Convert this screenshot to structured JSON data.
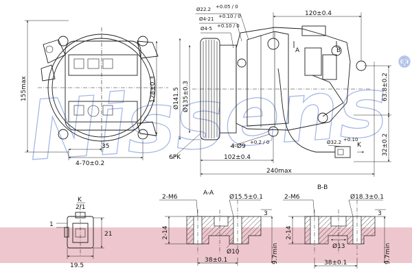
{
  "watermark": {
    "text": "Nissens",
    "reg_mark": "®",
    "color": "#3a64c8"
  },
  "band_color": "#e8b4be",
  "front_view": {
    "height_label": "155max",
    "height_inner_label": "128±0.3",
    "dim_35": "35",
    "holes_label": "4-70±0.2"
  },
  "side_view": {
    "dia_141": "Ø141.5",
    "dia_135": "Ø135±0.3",
    "pk_label": "6PK",
    "holes_9": "4-Ø9",
    "holes_9_tol": "+0.2 / 0",
    "dim_102": "102±0.4",
    "dim_240": "240max",
    "dim_120": "120±0.4",
    "dim_63": "63.8±0.2",
    "dim_32": "32±0.2",
    "dia_22": "Ø22.2",
    "dia_22_tol": "+0.05 / 0",
    "dia_21": "Ø4-21",
    "dia_21_tol": "+0.10 / 0",
    "dia_5": "Ø4-5",
    "dia_5_tol": "+0.10 / 0",
    "dia_32_small": "Ø32.2",
    "dia_32_small_tol": "+0.10",
    "section_a": "A",
    "section_b": "B",
    "k_label": "K"
  },
  "connector_view": {
    "k_label": "K",
    "scale": "2/1",
    "dim_1": "1",
    "dim_21": "21",
    "dim_19": "19.5"
  },
  "section_aa": {
    "title": "A-A",
    "thread": "2-M6",
    "dia_155": "Ø15.5±0.1",
    "depth_14": "2-14",
    "dim_3": "3",
    "dia_10": "Ø10",
    "dim_38": "38±0.1",
    "dim_9": "9.7min"
  },
  "section_bb": {
    "title": "B-B",
    "thread": "2-M6",
    "dia_18": "Ø18.3±0.1",
    "depth_14": "2-14",
    "dim_3": "3",
    "dia_13": "Ø13",
    "dim_38": "38±0.1",
    "dim_9": "9.7min"
  }
}
